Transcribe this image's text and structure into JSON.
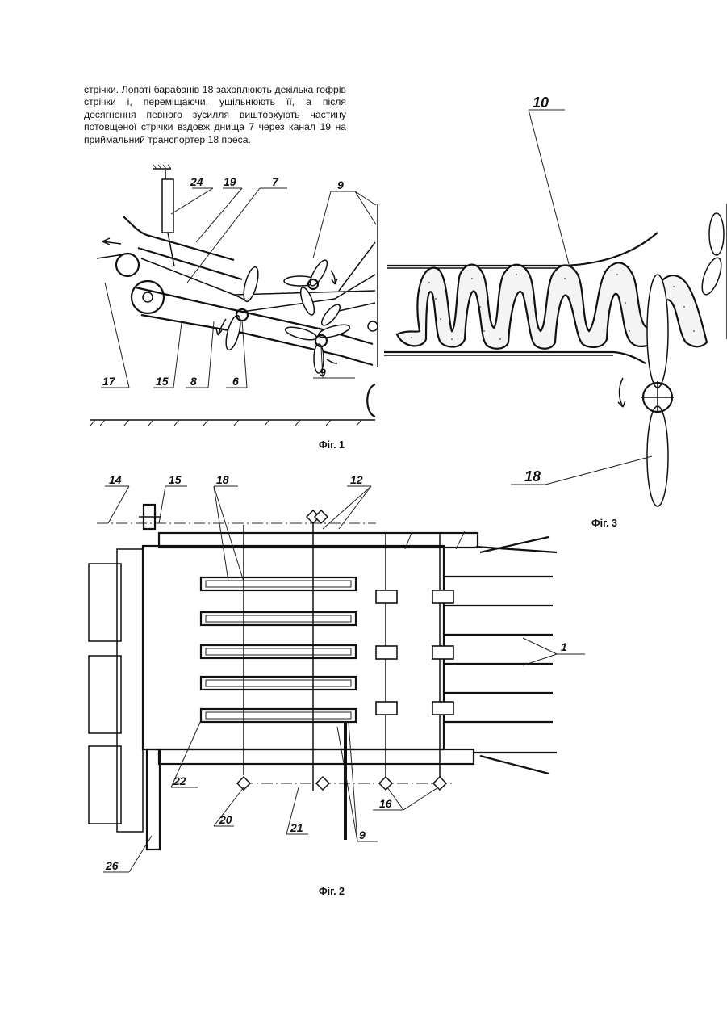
{
  "paragraph": "стрічки. Лопаті барабанів 18 захоплюють декілька гофрів стрічки і, переміщаючи, ущільнюють її, а після досягнення певного зусилля виштовхують частину потовщеної стрічки вздовж днища 7 через канал 19 на приймальний транспортер 18 преса.",
  "fig1": {
    "caption": "Фіг. 1",
    "labels": {
      "l24": "24",
      "l19": "19",
      "l7": "7",
      "l9top": "9",
      "l17": "17",
      "l15": "15",
      "l8": "8",
      "l6": "6",
      "l9bot": "9"
    }
  },
  "fig2": {
    "caption": "Фіг. 2",
    "labels": {
      "l14": "14",
      "l15": "15",
      "l18": "18",
      "l12": "12",
      "l1": "1",
      "l22": "22",
      "l20": "20",
      "l21": "21",
      "l16": "16",
      "l9": "9",
      "l26": "26"
    }
  },
  "fig3": {
    "caption": "Фіг. 3",
    "labels": {
      "l10": "10",
      "l18": "18"
    }
  }
}
